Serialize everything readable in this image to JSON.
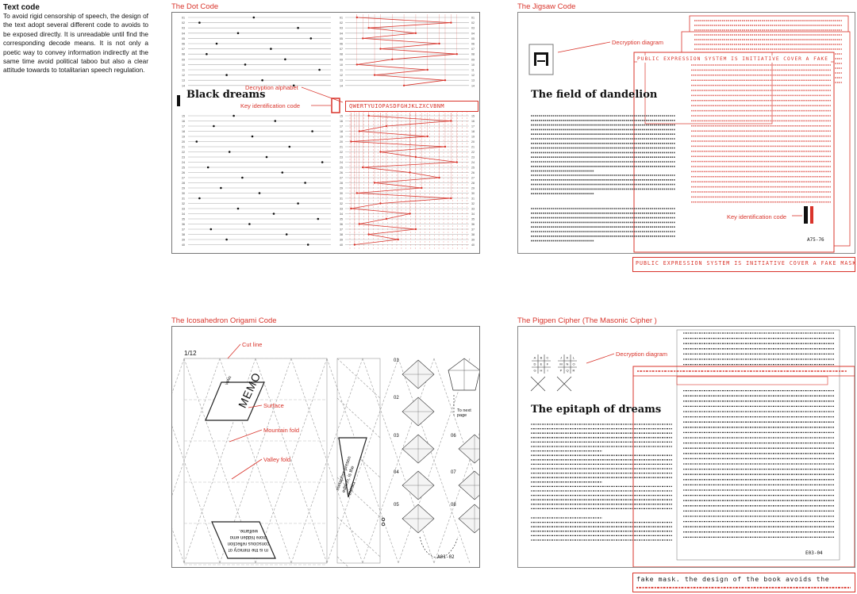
{
  "intro": {
    "title": "Text code",
    "body": "To avoid rigid censorship of speech, the design of the text adopt several different code to avoids to be exposed directly. It is unreadable until find the corresponding decode means. It is not only a poetic way to convey information indirectly at the same time avoid political taboo but also a clear attitude towards to totalitarian speech regulation."
  },
  "dot_code": {
    "title": "The Dot Code",
    "heading": "Black dreams",
    "callouts": {
      "alphabet": "Decryption alphabet",
      "key": "Key identification code"
    },
    "alphabet": "QWERTYUIOPASDFGHJKLZXCVBNM",
    "rows_top": [
      "01",
      "02",
      "03",
      "04",
      "05",
      "06",
      "07",
      "08",
      "09",
      "10",
      "11",
      "12",
      "13",
      "14"
    ],
    "rows_bottom": [
      "15",
      "16",
      "17",
      "18",
      "19",
      "20",
      "21",
      "22",
      "23",
      "24",
      "25",
      "26",
      "27",
      "28",
      "29",
      "30",
      "31",
      "32",
      "33",
      "34",
      "35",
      "36",
      "37",
      "38",
      "39",
      "40"
    ],
    "dots_top": [
      0.46,
      0.08,
      0.77,
      0.35,
      0.86,
      0.2,
      0.58,
      0.13,
      0.68,
      0.4,
      0.92,
      0.27,
      0.52,
      0.74
    ],
    "dots_bottom": [
      0.32,
      0.61,
      0.18,
      0.87,
      0.45,
      0.06,
      0.71,
      0.29,
      0.55,
      0.94,
      0.14,
      0.66,
      0.38,
      0.82,
      0.23,
      0.5,
      0.08,
      0.77,
      0.35,
      0.6,
      0.91,
      0.43,
      0.16,
      0.69,
      0.27,
      0.84
    ],
    "zig_top": [
      0.1,
      0.9,
      0.2,
      0.6,
      0.15,
      0.8,
      0.3,
      0.95,
      0.4,
      0.1,
      0.7,
      0.25,
      0.85,
      0.5
    ],
    "zig_bottom": [
      0.2,
      0.9,
      0.35,
      0.12,
      0.7,
      0.05,
      0.85,
      0.3,
      0.6,
      0.95,
      0.15,
      0.55,
      0.8,
      0.25,
      0.65,
      0.1,
      0.9,
      0.3,
      0.05,
      0.55,
      0.35,
      0.12,
      0.6,
      0.2,
      0.45,
      0.08
    ]
  },
  "jigsaw_code": {
    "title": "The Jigsaw Code",
    "heading": "The field of dandelion",
    "callouts": {
      "diagram": "Decryption diagram",
      "key": "Key identification code"
    },
    "banner_top": "PUBLIC EXPRESSION SYSTEM IS INITIATIVE COVER A FAKE MASK.",
    "banner_bottom": "PUBLIC EXPRESSION SYSTEM IS INITIATIVE COVER A FAKE MASK.",
    "page_number": "A75-76"
  },
  "origami_code": {
    "title": "The Icosahedron Origami Code",
    "page_counter": "1/12",
    "callouts": {
      "cut": "Cut line",
      "surface": "Surface",
      "mountain": "Mountain fold",
      "valley": "Valley fold"
    },
    "tri_word_small": "WAN",
    "tri_word_big": "MEMO",
    "tri_bottom_lines": [
      "m is the mimicry of",
      "conscious reflection",
      "more hidden emo",
      "welfame."
    ],
    "tri_side_lines": [
      "metaphor presen",
      "edition, is the",
      "mimicr"
    ],
    "steps": [
      "01",
      "02",
      "03",
      "04",
      "05",
      "06",
      "07",
      "08"
    ],
    "next_page": "To next page",
    "page_number": "A01-02"
  },
  "pigpen_code": {
    "title": "The Pigpen Cipher (The Masonic Cipher )",
    "heading": "The epitaph of dreams",
    "callouts": {
      "diagram": "Decryption diagram"
    },
    "grid_letters": [
      "A",
      "B",
      "C",
      "D",
      "E",
      "F",
      "G",
      "H",
      "I",
      "J",
      "K",
      "L",
      "M",
      "N",
      "O",
      "P",
      "Q",
      "R"
    ],
    "plain_strip": "fake mask. the design of the book avoids the",
    "page_number": "E03-04"
  }
}
